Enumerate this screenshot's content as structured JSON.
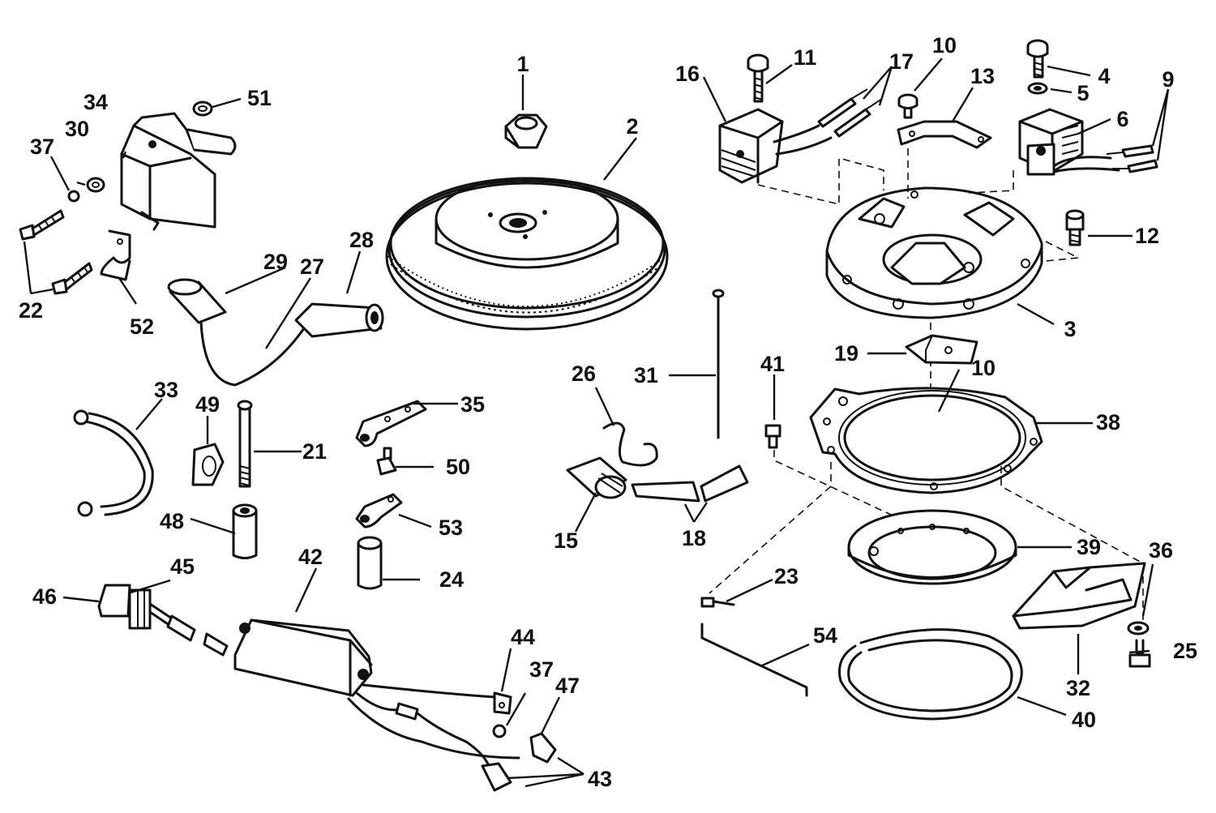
{
  "callouts": {
    "n1": "1",
    "n2": "2",
    "n3": "3",
    "n4": "4",
    "n5": "5",
    "n6": "6",
    "n9": "9",
    "n10a": "10",
    "n10b": "10",
    "n11": "11",
    "n12": "12",
    "n13": "13",
    "n15": "15",
    "n16": "16",
    "n17": "17",
    "n18": "18",
    "n19": "19",
    "n21": "21",
    "n22": "22",
    "n23": "23",
    "n24": "24",
    "n25": "25",
    "n26": "26",
    "n27": "27",
    "n28": "28",
    "n29": "29",
    "n30": "30",
    "n31": "31",
    "n32": "32",
    "n33": "33",
    "n34": "34",
    "n35": "35",
    "n36": "36",
    "n37a": "37",
    "n37b": "37",
    "n38": "38",
    "n39": "39",
    "n40": "40",
    "n41": "41",
    "n42": "42",
    "n43": "43",
    "n44": "44",
    "n45": "45",
    "n46": "46",
    "n47": "47",
    "n48": "48",
    "n49": "49",
    "n50": "50",
    "n51": "51",
    "n52": "52",
    "n53": "53",
    "n54": "54"
  }
}
